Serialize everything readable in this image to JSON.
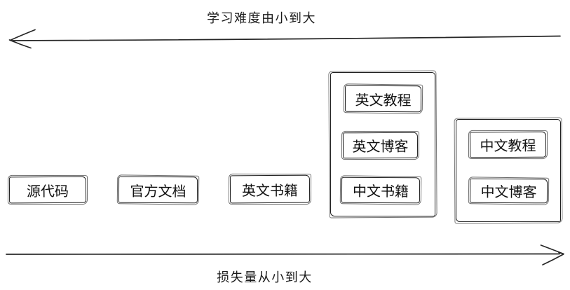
{
  "canvas": {
    "background": "#ffffff",
    "stroke_color": "#262626",
    "text_color": "#111111"
  },
  "axes": {
    "top": {
      "label": "学习难度由小到大",
      "direction": "left"
    },
    "bottom": {
      "label": "损失量从小到大",
      "direction": "right"
    }
  },
  "nodes": [
    {
      "label": "源代码"
    },
    {
      "label": "官方文档"
    },
    {
      "label": "英文书籍"
    }
  ],
  "groups": [
    {
      "items": [
        {
          "label": "英文教程"
        },
        {
          "label": "英文博客"
        },
        {
          "label": "中文书籍"
        }
      ]
    },
    {
      "items": [
        {
          "label": "中文教程"
        },
        {
          "label": "中文博客"
        }
      ]
    }
  ]
}
